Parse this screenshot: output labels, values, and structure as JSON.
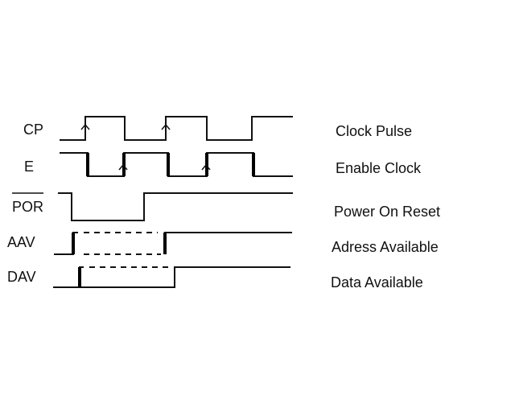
{
  "diagram": {
    "type": "timing-diagram",
    "signals": [
      {
        "id": "cp",
        "label": "CP",
        "overline": false,
        "description": "Clock Pulse",
        "waveform": [
          "low",
          "rise-arrow",
          "high",
          "fall",
          "low",
          "rise-arrow",
          "high",
          "fall",
          "low",
          "rise",
          "high"
        ]
      },
      {
        "id": "e",
        "label": "E",
        "overline": false,
        "description": "Enable Clock",
        "waveform": [
          "high",
          "fall-thick",
          "low",
          "rise-thick-arrow",
          "high",
          "fall-thick",
          "low",
          "rise-thick-arrow",
          "high",
          "fall-thick",
          "low"
        ]
      },
      {
        "id": "por",
        "label": "POR",
        "overline": true,
        "description": "Power On Reset",
        "waveform": [
          "high",
          "fall",
          "low",
          "rise",
          "high"
        ]
      },
      {
        "id": "aav",
        "label": "AAV",
        "overline": false,
        "description": "Adress Available",
        "waveform": [
          "low",
          "transition-thick",
          "undefined-dashed",
          "transition-thick",
          "high"
        ]
      },
      {
        "id": "dav",
        "label": "DAV",
        "overline": false,
        "description": "Data Available",
        "waveform": [
          "low",
          "transition-thick",
          "undefined-dashed-top",
          "rise",
          "high"
        ]
      }
    ],
    "colors": {
      "line": "#111111",
      "background": "#ffffff"
    }
  }
}
